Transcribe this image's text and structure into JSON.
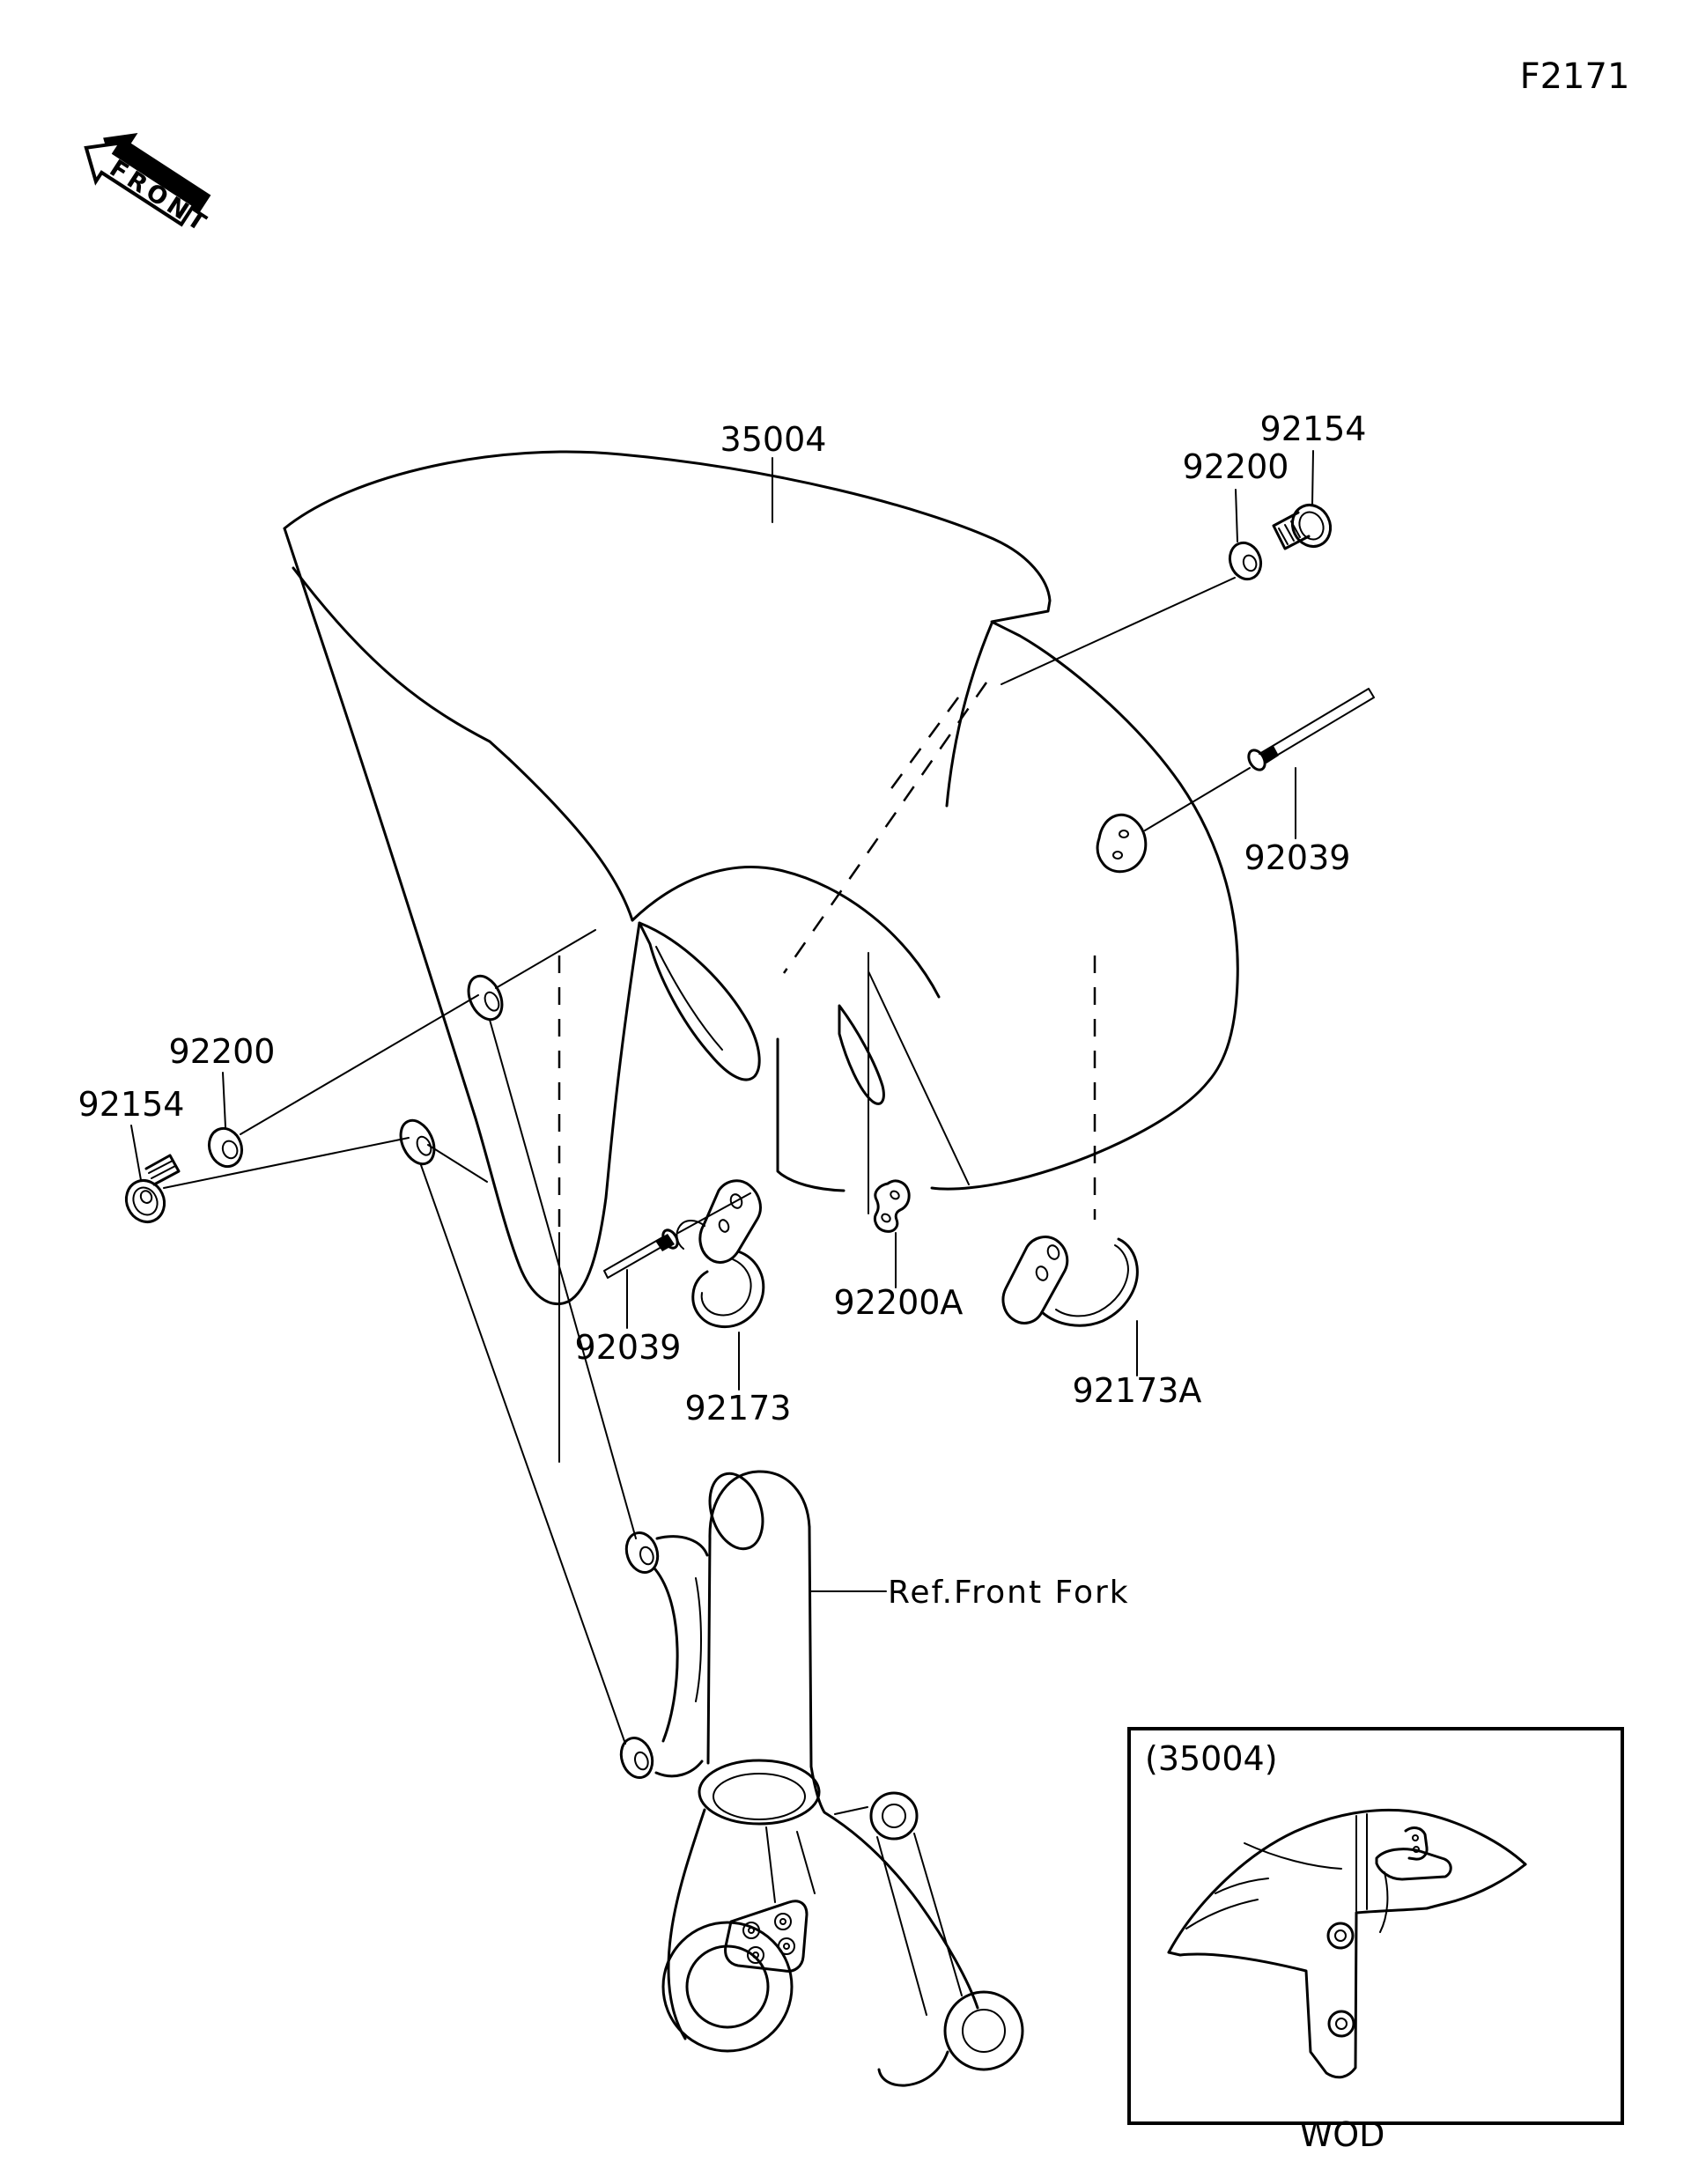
{
  "page": {
    "figure_code": "F2171"
  },
  "front_marker": {
    "label": "FRONT"
  },
  "part_labels": {
    "fender": "35004",
    "screw_top_right": "92154",
    "washer_top_right": "92200",
    "pin_right": "92039",
    "washer_left": "92200",
    "screw_left": "92154",
    "pin_center": "92039",
    "clamp": "92173",
    "washer_center": "92200A",
    "clamp_right": "92173A"
  },
  "reference_label": "Ref.Front Fork",
  "inset": {
    "caption": "(35004)",
    "view_code": "WOD"
  },
  "colors": {
    "line": "#000000",
    "background": "#ffffff"
  }
}
